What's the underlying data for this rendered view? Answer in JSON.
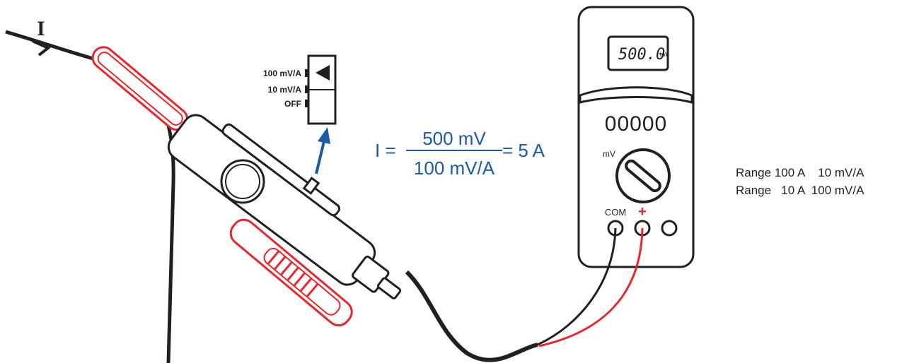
{
  "current_label": "I",
  "switch": {
    "positions": [
      "100 mV/A",
      "10 mV/A",
      "OFF"
    ],
    "selected": "100 mV/A"
  },
  "formula": {
    "lhs": "I =",
    "numerator": "500 mV",
    "denominator": "100 mV/A",
    "rhs": "= 5 A"
  },
  "meter": {
    "display_value": "500.0",
    "display_unit": "mV",
    "digits": "00000",
    "dial_label": "mV",
    "com_label": "COM",
    "plus_label": "+"
  },
  "ranges": [
    "Range 100 A    10 mV/A",
    "Range   10 A  100 mV/A"
  ],
  "colors": {
    "red": "#e8262b",
    "blue": "#1a5aa6",
    "black": "#231f20"
  }
}
